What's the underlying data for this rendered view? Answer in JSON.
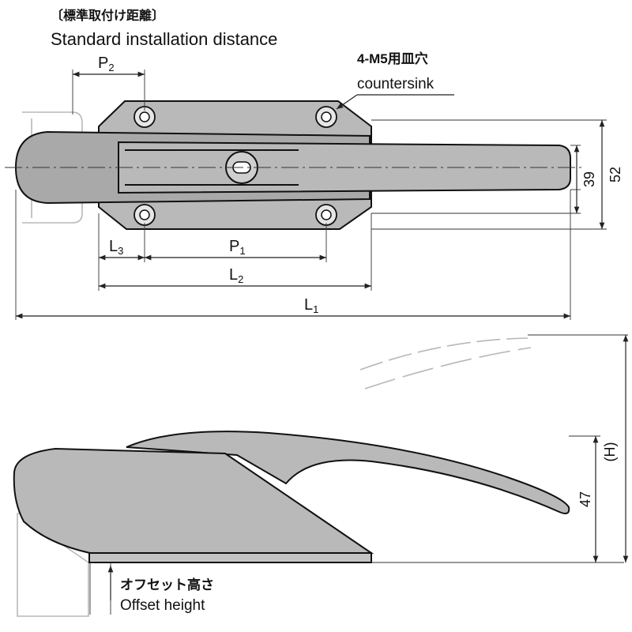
{
  "header": {
    "jp_title": "〔標準取付け距離〕",
    "en_title": "Standard installation distance"
  },
  "callout": {
    "jp": "4-M5用皿穴",
    "en": "countersink"
  },
  "top_view": {
    "labels": {
      "p2": "P",
      "p2_sub": "2",
      "p1": "P",
      "p1_sub": "1",
      "l3": "L",
      "l3_sub": "3",
      "l2": "L",
      "l2_sub": "2",
      "l1": "L",
      "l1_sub": "1",
      "dim_39": "39",
      "dim_52": "52"
    }
  },
  "side_view": {
    "labels": {
      "h": "(H)",
      "dim_47": "47",
      "offset_jp": "オフセット高さ",
      "offset_en": "Offset height"
    }
  }
}
